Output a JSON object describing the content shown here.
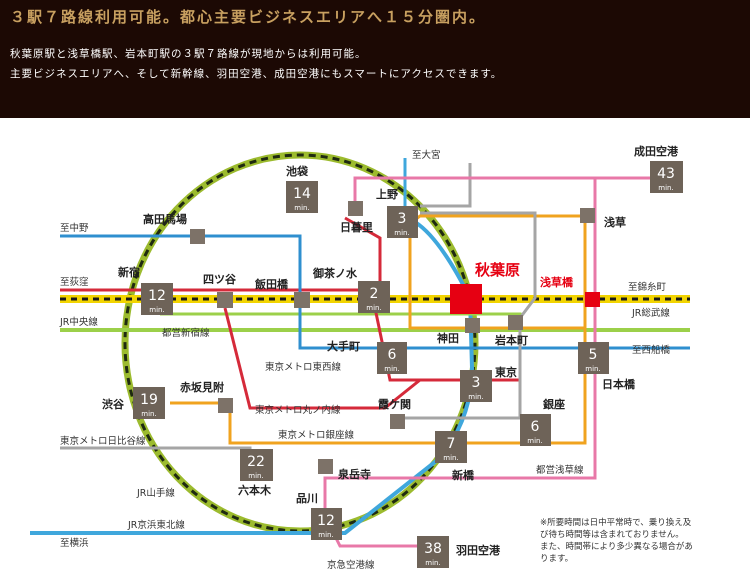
{
  "header": {
    "title": "３駅７路線利用可能。都心主要ビジネスエリアへ１５分圏内。",
    "line1": "秋葉原駅と浅草橋駅、岩本町駅の３駅７路線が現地からは利用可能。",
    "line2": "主要ビジネスエリアへ、そして新幹線、羽田空港、成田空港にもスマートにアクセスできます。"
  },
  "colors": {
    "header_bg": "#1c0904",
    "title_gold": "#c8a060",
    "yamanote": "#9cbb2e",
    "keihin_tohoku": "#3fa7dc",
    "sobu": "#f2d400",
    "tozai": "#2f8fcf",
    "marunouchi": "#d52a3a",
    "ginza": "#f0a31f",
    "hibiya": "#a5a5a5",
    "asakusa_keikyu": "#e878a8",
    "station_box": "#6e6358",
    "akihabara_red": "#e60012"
  },
  "lines": {
    "chuo": "JR中央線",
    "shinjuku": "都営新宿線",
    "tozai": "東京メトロ東西線",
    "marunouchi": "東京メトロ丸ノ内線",
    "ginza": "東京メトロ銀座線",
    "hibiya": "東京メトロ日比谷線",
    "yamanote": "JR山手線",
    "keihin": "JR京浜東北線",
    "keikyu": "京急空港線",
    "sobu": "JR総武線",
    "asakusa": "都営浅草線"
  },
  "destinations": {
    "oomiya": "至大宮",
    "nakano": "至中野",
    "ogikubo": "至荻窪",
    "kinshicho": "至錦糸町",
    "nishifunabashi": "至西船橋",
    "yokohama": "至横浜"
  },
  "stations": {
    "ikebukuro": {
      "name": "池袋",
      "min": "14"
    },
    "ueno": {
      "name": "上野",
      "min": "3"
    },
    "nippori": {
      "name": "日暮里"
    },
    "takadanobaba": {
      "name": "高田馬場"
    },
    "shinjuku": {
      "name": "新宿",
      "min": "12"
    },
    "yotsuya": {
      "name": "四ツ谷"
    },
    "iidabashi": {
      "name": "飯田橋"
    },
    "ochanomizu": {
      "name": "御茶ノ水",
      "min": "2"
    },
    "akihabara": {
      "name": "秋葉原"
    },
    "asakusabashi": {
      "name": "浅草橋"
    },
    "asakusa": {
      "name": "浅草"
    },
    "narita": {
      "name": "成田空港",
      "min": "43"
    },
    "kanda": {
      "name": "神田"
    },
    "iwamotocho": {
      "name": "岩本町"
    },
    "otemachi": {
      "name": "大手町",
      "min": "6"
    },
    "nihonbashi": {
      "name": "日本橋",
      "min": "5"
    },
    "tokyo": {
      "name": "東京",
      "min": "3"
    },
    "shibuya": {
      "name": "渋谷",
      "min": "19"
    },
    "akasakamitsuke": {
      "name": "赤坂見附"
    },
    "kasumigaseki": {
      "name": "霞ケ関"
    },
    "ginza": {
      "name": "銀座",
      "min": "6"
    },
    "shimbashi": {
      "name": "新橋",
      "min": "7"
    },
    "roppongi": {
      "name": "六本木",
      "min": "22"
    },
    "sengakuji": {
      "name": "泉岳寺"
    },
    "shinagawa": {
      "name": "品川",
      "min": "12"
    },
    "haneda": {
      "name": "羽田空港",
      "min": "38"
    }
  },
  "unit": "min.",
  "note": {
    "l1": "※所要時間は日中平常時で、乗り換え及",
    "l2": "び待ち時間等は含まれておりません。",
    "l3": "また、時間帯により多少異なる場合があ",
    "l4": "ります。"
  }
}
